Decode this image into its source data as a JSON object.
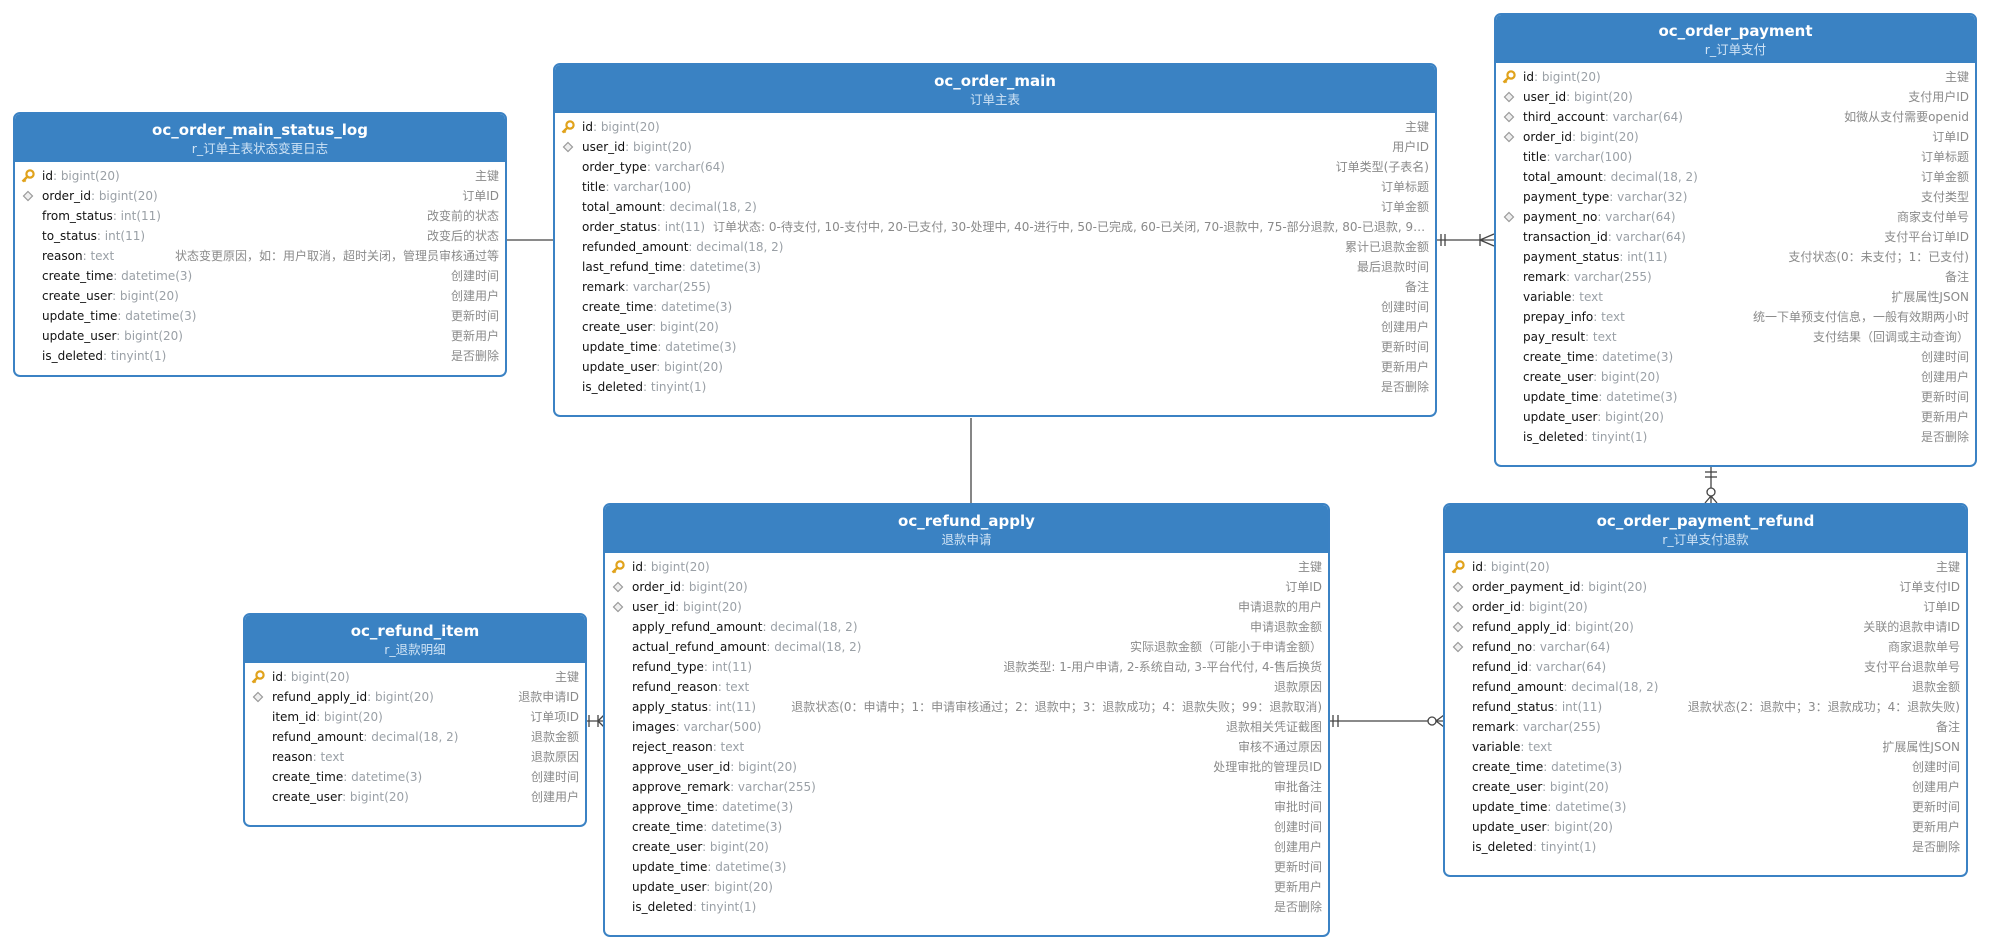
{
  "tables": {
    "status_log": {
      "name": "oc_order_main_status_log",
      "comment": "r_订单主表状态变更日志",
      "fields": [
        {
          "name": "id",
          "type": "bigint(20)",
          "comment": "主键",
          "key": "pk"
        },
        {
          "name": "order_id",
          "type": "bigint(20)",
          "comment": "订单ID",
          "key": "fk"
        },
        {
          "name": "from_status",
          "type": "int(11)",
          "comment": "改变前的状态",
          "key": ""
        },
        {
          "name": "to_status",
          "type": "int(11)",
          "comment": "改变后的状态",
          "key": ""
        },
        {
          "name": "reason",
          "type": "text",
          "comment": "状态变更原因，如：用户取消，超时关闭，管理员审核通过等",
          "key": ""
        },
        {
          "name": "create_time",
          "type": "datetime(3)",
          "comment": "创建时间",
          "key": ""
        },
        {
          "name": "create_user",
          "type": "bigint(20)",
          "comment": "创建用户",
          "key": ""
        },
        {
          "name": "update_time",
          "type": "datetime(3)",
          "comment": "更新时间",
          "key": ""
        },
        {
          "name": "update_user",
          "type": "bigint(20)",
          "comment": "更新用户",
          "key": ""
        },
        {
          "name": "is_deleted",
          "type": "tinyint(1)",
          "comment": "是否删除",
          "key": ""
        }
      ]
    },
    "order_main": {
      "name": "oc_order_main",
      "comment": "订单主表",
      "fields": [
        {
          "name": "id",
          "type": "bigint(20)",
          "comment": "主键",
          "key": "pk"
        },
        {
          "name": "user_id",
          "type": "bigint(20)",
          "comment": "用户ID",
          "key": "fk"
        },
        {
          "name": "order_type",
          "type": "varchar(64)",
          "comment": "订单类型(子表名)",
          "key": ""
        },
        {
          "name": "title",
          "type": "varchar(100)",
          "comment": "订单标题",
          "key": ""
        },
        {
          "name": "total_amount",
          "type": "decimal(18, 2)",
          "comment": "订单金额",
          "key": ""
        },
        {
          "name": "order_status",
          "type": "int(11)",
          "comment": "订单状态: 0-待支付, 10-支付中, 20-已支付, 30-处理中, 40-进行中, 50-已完成, 60-已关闭, 70-退款中, 75-部分退款, 80-已退款, 90-...",
          "key": ""
        },
        {
          "name": "refunded_amount",
          "type": "decimal(18, 2)",
          "comment": "累计已退款金额",
          "key": ""
        },
        {
          "name": "last_refund_time",
          "type": "datetime(3)",
          "comment": "最后退款时间",
          "key": ""
        },
        {
          "name": "remark",
          "type": "varchar(255)",
          "comment": "备注",
          "key": ""
        },
        {
          "name": "create_time",
          "type": "datetime(3)",
          "comment": "创建时间",
          "key": ""
        },
        {
          "name": "create_user",
          "type": "bigint(20)",
          "comment": "创建用户",
          "key": ""
        },
        {
          "name": "update_time",
          "type": "datetime(3)",
          "comment": "更新时间",
          "key": ""
        },
        {
          "name": "update_user",
          "type": "bigint(20)",
          "comment": "更新用户",
          "key": ""
        },
        {
          "name": "is_deleted",
          "type": "tinyint(1)",
          "comment": "是否删除",
          "key": ""
        }
      ]
    },
    "order_payment": {
      "name": "oc_order_payment",
      "comment": "r_订单支付",
      "fields": [
        {
          "name": "id",
          "type": "bigint(20)",
          "comment": "主键",
          "key": "pk"
        },
        {
          "name": "user_id",
          "type": "bigint(20)",
          "comment": "支付用户ID",
          "key": "fk"
        },
        {
          "name": "third_account",
          "type": "varchar(64)",
          "comment": "如微从支付需要openid",
          "key": "fk"
        },
        {
          "name": "order_id",
          "type": "bigint(20)",
          "comment": "订单ID",
          "key": "fk"
        },
        {
          "name": "title",
          "type": "varchar(100)",
          "comment": "订单标题",
          "key": ""
        },
        {
          "name": "total_amount",
          "type": "decimal(18, 2)",
          "comment": "订单金额",
          "key": ""
        },
        {
          "name": "payment_type",
          "type": "varchar(32)",
          "comment": "支付类型",
          "key": ""
        },
        {
          "name": "payment_no",
          "type": "varchar(64)",
          "comment": "商家支付单号",
          "key": "fk"
        },
        {
          "name": "transaction_id",
          "type": "varchar(64)",
          "comment": "支付平台订单ID",
          "key": ""
        },
        {
          "name": "payment_status",
          "type": "int(11)",
          "comment": "支付状态(0：未支付；1：已支付)",
          "key": ""
        },
        {
          "name": "remark",
          "type": "varchar(255)",
          "comment": "备注",
          "key": ""
        },
        {
          "name": "variable",
          "type": "text",
          "comment": "扩展属性JSON",
          "key": ""
        },
        {
          "name": "prepay_info",
          "type": "text",
          "comment": "统一下单预支付信息，一般有效期两小时",
          "key": ""
        },
        {
          "name": "pay_result",
          "type": "text",
          "comment": "支付结果（回调或主动查询）",
          "key": ""
        },
        {
          "name": "create_time",
          "type": "datetime(3)",
          "comment": "创建时间",
          "key": ""
        },
        {
          "name": "create_user",
          "type": "bigint(20)",
          "comment": "创建用户",
          "key": ""
        },
        {
          "name": "update_time",
          "type": "datetime(3)",
          "comment": "更新时间",
          "key": ""
        },
        {
          "name": "update_user",
          "type": "bigint(20)",
          "comment": "更新用户",
          "key": ""
        },
        {
          "name": "is_deleted",
          "type": "tinyint(1)",
          "comment": "是否删除",
          "key": ""
        }
      ]
    },
    "refund_item": {
      "name": "oc_refund_item",
      "comment": "r_退款明细",
      "fields": [
        {
          "name": "id",
          "type": "bigint(20)",
          "comment": "主键",
          "key": "pk"
        },
        {
          "name": "refund_apply_id",
          "type": "bigint(20)",
          "comment": "退款申请ID",
          "key": "fk"
        },
        {
          "name": "item_id",
          "type": "bigint(20)",
          "comment": "订单项ID",
          "key": ""
        },
        {
          "name": "refund_amount",
          "type": "decimal(18, 2)",
          "comment": "退款金额",
          "key": ""
        },
        {
          "name": "reason",
          "type": "text",
          "comment": "退款原因",
          "key": ""
        },
        {
          "name": "create_time",
          "type": "datetime(3)",
          "comment": "创建时间",
          "key": ""
        },
        {
          "name": "create_user",
          "type": "bigint(20)",
          "comment": "创建用户",
          "key": ""
        }
      ]
    },
    "refund_apply": {
      "name": "oc_refund_apply",
      "comment": "退款申请",
      "fields": [
        {
          "name": "id",
          "type": "bigint(20)",
          "comment": "主键",
          "key": "pk"
        },
        {
          "name": "order_id",
          "type": "bigint(20)",
          "comment": "订单ID",
          "key": "fk"
        },
        {
          "name": "user_id",
          "type": "bigint(20)",
          "comment": "申请退款的用户",
          "key": "fk"
        },
        {
          "name": "apply_refund_amount",
          "type": "decimal(18, 2)",
          "comment": "申请退款金额",
          "key": ""
        },
        {
          "name": "actual_refund_amount",
          "type": "decimal(18, 2)",
          "comment": "实际退款金额（可能小于申请金额）",
          "key": ""
        },
        {
          "name": "refund_type",
          "type": "int(11)",
          "comment": "退款类型: 1-用户申请, 2-系统自动, 3-平台代付, 4-售后换货",
          "key": ""
        },
        {
          "name": "refund_reason",
          "type": "text",
          "comment": "退款原因",
          "key": ""
        },
        {
          "name": "apply_status",
          "type": "int(11)",
          "comment": "退款状态(0：申请中；1：申请审核通过；2：退款中；3：退款成功；4：退款失败；99：退款取消)",
          "key": ""
        },
        {
          "name": "images",
          "type": "varchar(500)",
          "comment": "退款相关凭证截图",
          "key": ""
        },
        {
          "name": "reject_reason",
          "type": "text",
          "comment": "审核不通过原因",
          "key": ""
        },
        {
          "name": "approve_user_id",
          "type": "bigint(20)",
          "comment": "处理审批的管理员ID",
          "key": ""
        },
        {
          "name": "approve_remark",
          "type": "varchar(255)",
          "comment": "审批备注",
          "key": ""
        },
        {
          "name": "approve_time",
          "type": "datetime(3)",
          "comment": "审批时间",
          "key": ""
        },
        {
          "name": "create_time",
          "type": "datetime(3)",
          "comment": "创建时间",
          "key": ""
        },
        {
          "name": "create_user",
          "type": "bigint(20)",
          "comment": "创建用户",
          "key": ""
        },
        {
          "name": "update_time",
          "type": "datetime(3)",
          "comment": "更新时间",
          "key": ""
        },
        {
          "name": "update_user",
          "type": "bigint(20)",
          "comment": "更新用户",
          "key": ""
        },
        {
          "name": "is_deleted",
          "type": "tinyint(1)",
          "comment": "是否删除",
          "key": ""
        }
      ]
    },
    "payment_refund": {
      "name": "oc_order_payment_refund",
      "comment": "r_订单支付退款",
      "fields": [
        {
          "name": "id",
          "type": "bigint(20)",
          "comment": "主键",
          "key": "pk"
        },
        {
          "name": "order_payment_id",
          "type": "bigint(20)",
          "comment": "订单支付ID",
          "key": "fk"
        },
        {
          "name": "order_id",
          "type": "bigint(20)",
          "comment": "订单ID",
          "key": "fk"
        },
        {
          "name": "refund_apply_id",
          "type": "bigint(20)",
          "comment": "关联的退款申请ID",
          "key": "fk"
        },
        {
          "name": "refund_no",
          "type": "varchar(64)",
          "comment": "商家退款单号",
          "key": "fk"
        },
        {
          "name": "refund_id",
          "type": "varchar(64)",
          "comment": "支付平台退款单号",
          "key": ""
        },
        {
          "name": "refund_amount",
          "type": "decimal(18, 2)",
          "comment": "退款金额",
          "key": ""
        },
        {
          "name": "refund_status",
          "type": "int(11)",
          "comment": "退款状态(2：退款中；3：退款成功；4：退款失败)",
          "key": ""
        },
        {
          "name": "remark",
          "type": "varchar(255)",
          "comment": "备注",
          "key": ""
        },
        {
          "name": "variable",
          "type": "text",
          "comment": "扩展属性JSON",
          "key": ""
        },
        {
          "name": "create_time",
          "type": "datetime(3)",
          "comment": "创建时间",
          "key": ""
        },
        {
          "name": "create_user",
          "type": "bigint(20)",
          "comment": "创建用户",
          "key": ""
        },
        {
          "name": "update_time",
          "type": "datetime(3)",
          "comment": "更新时间",
          "key": ""
        },
        {
          "name": "update_user",
          "type": "bigint(20)",
          "comment": "更新用户",
          "key": ""
        },
        {
          "name": "is_deleted",
          "type": "tinyint(1)",
          "comment": "是否删除",
          "key": ""
        }
      ]
    }
  },
  "colors": {
    "header": "#3a82c3",
    "border": "#3b82c4",
    "connector": "#444444",
    "pk_icon": "#e0a21b",
    "fk_icon": "#9a9a9a"
  },
  "icons": {
    "pk": "key-icon",
    "fk": "diamond-icon"
  }
}
